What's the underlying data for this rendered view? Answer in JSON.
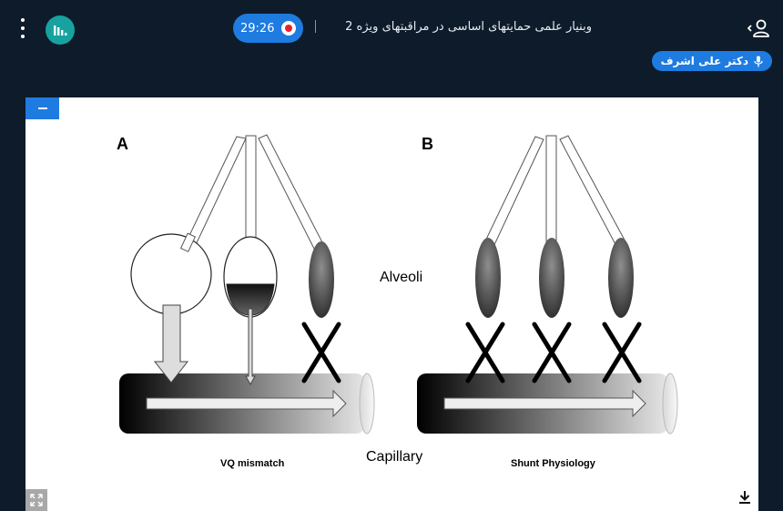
{
  "header": {
    "timer": "29:26",
    "title": "وبنیار علمی حمایتهای اساسی در مراقبتهای ویژه 2"
  },
  "speaker": {
    "name": "دکتر علی اشرف"
  },
  "slide": {
    "panel_a_label": "A",
    "panel_b_label": "B",
    "alveoli_label": "Alveoli",
    "capillary_label": "Capillary",
    "vq_caption": "VQ mismatch",
    "shunt_caption": "Shunt Physiology"
  },
  "icons": {
    "menu": "kebab-menu-icon",
    "stats": "bar-chart-icon",
    "record": "record-icon",
    "user": "user-icon",
    "mic": "microphone-icon",
    "minimize": "minus-icon",
    "fullscreen": "expand-icon",
    "download": "download-icon"
  },
  "colors": {
    "background": "#0d1b2a",
    "accent": "#1e7be0",
    "stats": "#17a2a0",
    "record": "#e0242e"
  }
}
